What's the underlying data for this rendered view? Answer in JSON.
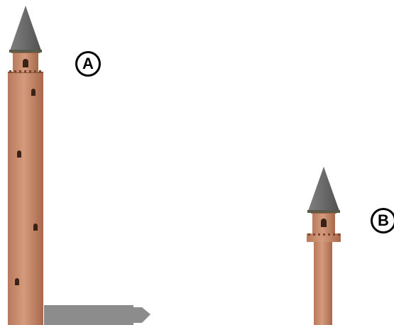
{
  "towers": [
    {
      "id": "tower-a",
      "label": "A"
    },
    {
      "id": "tower-b",
      "label": "B"
    }
  ],
  "colors": {
    "tower_body": "#c9896a",
    "tower_shade": "#a86a4e",
    "roof": "#6b6b6b",
    "window": "#3a2218",
    "shadow": "#8c8c8c"
  },
  "icons": [
    "conical-roof-icon",
    "window-icon",
    "shadow-arrow-icon"
  ]
}
